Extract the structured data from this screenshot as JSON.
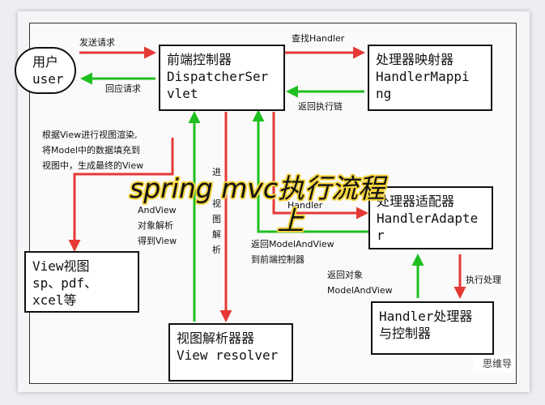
{
  "title": {
    "line1": "spring mvc执行流程",
    "line2": "上"
  },
  "boxes": {
    "user": {
      "line1": "用户",
      "line2": "user"
    },
    "dispatcher": {
      "line1": "前端控制器",
      "line2": "DispatcherSer",
      "line3": "vlet"
    },
    "mapping": {
      "line1": "处理器映射器",
      "line2": "HandlerMappi",
      "line3": "ng"
    },
    "adapter": {
      "line1": "处理器适配器",
      "line2": "HandlerAdapte",
      "line3": "r"
    },
    "handler": {
      "line1": "Handler处理器",
      "line2": "与控制器"
    },
    "resolver": {
      "line1": "视图解析器器",
      "line2": "View resolver"
    },
    "view": {
      "line1": "View视图",
      "line2": "sp、pdf、",
      "line3": "xcel等"
    }
  },
  "labels": {
    "send_request": "发送请求",
    "respond_request": "回应请求",
    "lookup_handler": "查找Handler",
    "return_chain": "返回执行链",
    "render_1": "根据View进行视图渲染,",
    "render_2": "将Model中的数据填充到",
    "render_3": "视图中，生成最终的View",
    "model_view_1": "AndView",
    "model_view_2": "对象解析",
    "model_view_3": "得到View",
    "handler_label": "Handler",
    "return_mav_1": "返回ModelAndView",
    "return_mav_2": "到前端控制器",
    "return_obj_1": "返回对象",
    "return_obj_2": "ModelAndView",
    "execute": "执行处理",
    "vertical_text": [
      "进",
      "视",
      "图",
      "解",
      "析"
    ]
  },
  "watermark": "思维导",
  "colors": {
    "red": "#e53935",
    "green": "#1fbf1f",
    "title_highlight": "#f4d23b"
  }
}
